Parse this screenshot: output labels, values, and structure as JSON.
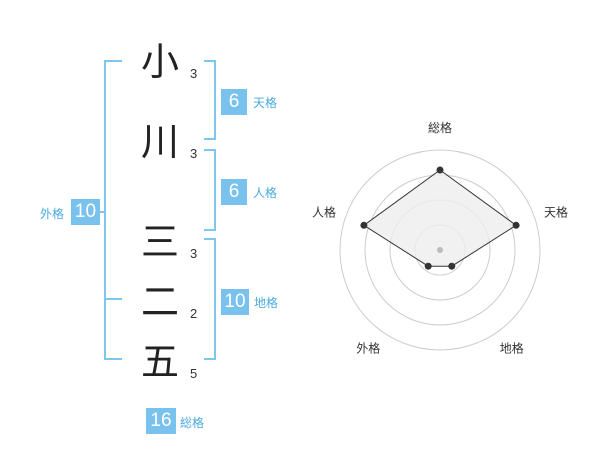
{
  "name": [
    {
      "char": "小",
      "strokes": "3"
    },
    {
      "char": "川",
      "strokes": "3"
    },
    {
      "char": "三",
      "strokes": "3"
    },
    {
      "char": "二",
      "strokes": "2"
    },
    {
      "char": "五",
      "strokes": "5"
    }
  ],
  "kakusu": {
    "tenkaku": {
      "value": "6",
      "label": "天格"
    },
    "jinkaku": {
      "value": "6",
      "label": "人格"
    },
    "chikaku": {
      "value": "10",
      "label": "地格"
    },
    "gaikaku": {
      "value": "10",
      "label": "外格"
    },
    "soukaku": {
      "value": "16",
      "label": "総格"
    }
  },
  "chart_data": {
    "type": "radar",
    "axes": [
      "総格",
      "天格",
      "地格",
      "外格",
      "人格"
    ],
    "values": [
      4,
      4,
      1,
      1,
      4
    ],
    "range": [
      0,
      5
    ],
    "rings": 4,
    "colors": {
      "fill": "#eeeeee",
      "line": "#333333",
      "ring": "#cccccc",
      "center": "#bbbbbb"
    }
  }
}
